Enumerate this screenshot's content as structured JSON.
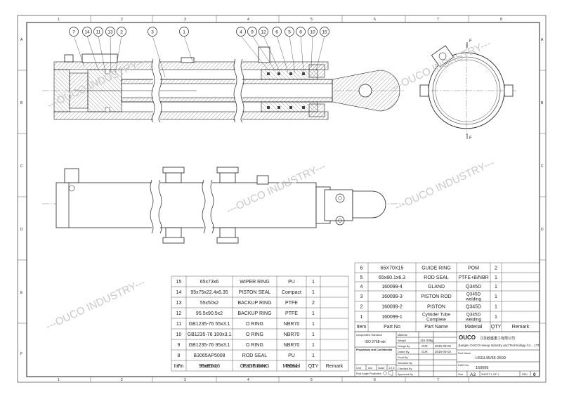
{
  "frame": {
    "col_labels": [
      "1",
      "2",
      "3",
      "4",
      "5",
      "6",
      "7",
      "8"
    ],
    "row_labels": [
      "A",
      "B",
      "C",
      "D",
      "E",
      "F"
    ]
  },
  "watermark": "---OUCO INDUSTRY---",
  "section_view": {
    "balloons": [
      "7",
      "14",
      "11",
      "13",
      "2",
      "3",
      "1",
      "4",
      "9",
      "12",
      "6",
      "5",
      "8",
      "10",
      "15"
    ]
  },
  "end_view": {
    "cut_label_top": "F",
    "cut_label_bottom": "F"
  },
  "bom_headers": [
    "Item",
    "Part No",
    "Part Name",
    "Material",
    "QTY",
    "Remark"
  ],
  "bom_left": [
    {
      "item": "15",
      "part_no": "65x73x6",
      "name": "WIPER RING",
      "material": "PU",
      "qty": "1"
    },
    {
      "item": "14",
      "part_no": "95x75x22.4x6.35",
      "name": "PISTON SEAL",
      "material": "Compact",
      "qty": "1"
    },
    {
      "item": "13",
      "part_no": "55x50x2",
      "name": "BACKUP RING",
      "material": "PTFE",
      "qty": "2"
    },
    {
      "item": "12",
      "part_no": "95.5x90.5x2",
      "name": "BACKUP RING",
      "material": "PTFE",
      "qty": "1"
    },
    {
      "item": "11",
      "part_no": "GB1235-76 55x3.1",
      "name": "O RING",
      "material": "NBR70",
      "qty": "1"
    },
    {
      "item": "10",
      "part_no": "GB1235-76 100x3.1",
      "name": "O RING",
      "material": "NBR70",
      "qty": "1"
    },
    {
      "item": "9",
      "part_no": "GB1235-76 95x3.1",
      "name": "O RING",
      "material": "NBR70",
      "qty": "1"
    },
    {
      "item": "8",
      "part_no": "B3065AP5008",
      "name": "ROD SEAL",
      "material": "PU",
      "qty": "1"
    },
    {
      "item": "7",
      "part_no": "90x95x15",
      "name": "GUIDE RING",
      "material": "POM",
      "qty": "1"
    }
  ],
  "bom_right": [
    {
      "item": "6",
      "part_no": "65X70X15",
      "name": "GUIDE RING",
      "material": "POM",
      "qty": "2"
    },
    {
      "item": "5",
      "part_no": "65x80.1x6.3",
      "name": "ROD SEAL",
      "material": "PTFE+B/NBR",
      "qty": "1"
    },
    {
      "item": "4",
      "part_no": "160099-4",
      "name": "GLAND",
      "material": "Q345D",
      "qty": "1"
    },
    {
      "item": "3",
      "part_no": "160099-3",
      "name": "PISTON ROD",
      "material": "Q345D welding",
      "qty": "1"
    },
    {
      "item": "2",
      "part_no": "160099-2",
      "name": "PISTON",
      "material": "Q345D",
      "qty": "1"
    },
    {
      "item": "1",
      "part_no": "160099-1",
      "name": "Cylinder Tube Complete",
      "material": "Q345D welding",
      "qty": "1"
    }
  ],
  "title_block": {
    "tolerance_label": "Unspecified Tolerance",
    "tolerance_value": "ISO 2768-mk",
    "material_label": "Material",
    "weight_label": "Weight",
    "weight_value": "161.00kg",
    "design_label": "Design By",
    "design_by": "GJX",
    "design_date": "2016-03-02",
    "drawn_label": "Drawn By",
    "drawn_by": "GJX",
    "drawn_date": "2016-03-02",
    "proof_label": "Proof By",
    "standard_label": "Standard By",
    "checked_label": "Checked By",
    "approved_label": "Approved By",
    "proprietary_title": "Proprietary and Confidential",
    "proprietary_text": "The information contained in this document is the sole property of OUCO Corporation limited. Any reproduction in part or as a whole without the written permission of OUCO Corporation limited is prohibited.",
    "unit_label": "Unit",
    "unit_value": "mm",
    "scale_label": "Scale",
    "scale_value": "1:2.5",
    "projection_label": "First Angle Projection",
    "logo": "OUCO",
    "company_cn": "江苏欧盛重工有限公司",
    "company_en": "Jiangsu OUCO Heavy Industry and Technology Co. , LTD",
    "part_name_label": "Part Name",
    "part_name": "HSGL95/65-2500",
    "dwg_label": "DWG.No",
    "dwg_no": "160099",
    "size_label": "Size",
    "size": "A3",
    "sheet": "SHEET 1 OF 1",
    "rev_label": "REV",
    "rev": "0"
  }
}
